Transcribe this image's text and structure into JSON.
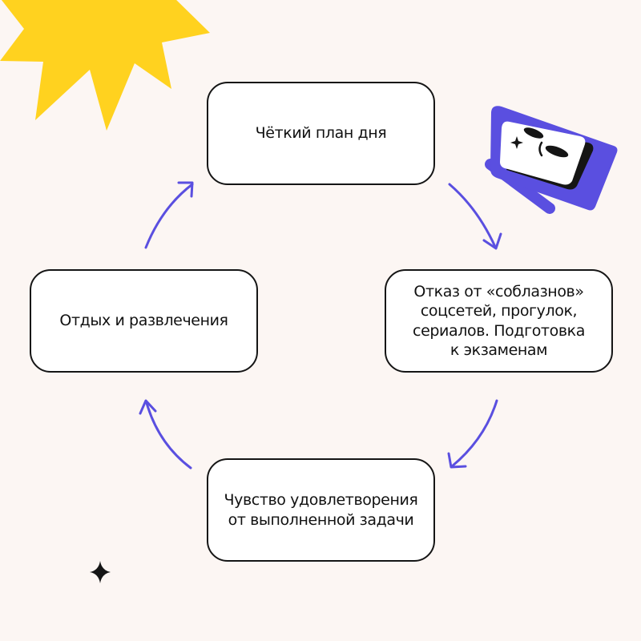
{
  "cycle": {
    "top_label": "Чёткий план дня",
    "right_label": "Отказ от «соблазнов»\nсоцсетей, прогулок,\nсериалов. Подготовка\nк экзаменам",
    "bottom_label": "Чувство удовлетворения\nот выполненной задачи",
    "left_label": "Отдых и развлечения"
  },
  "colors": {
    "background": "#fcf6f3",
    "arrow": "#5a4fe0",
    "sun": "#ffd21f",
    "mascot": "#5a4fe0",
    "box_border": "#151515"
  },
  "icons": {
    "sun": "sun-icon",
    "mascot": "mascot-icon",
    "sparkle": "sparkle-icon"
  }
}
